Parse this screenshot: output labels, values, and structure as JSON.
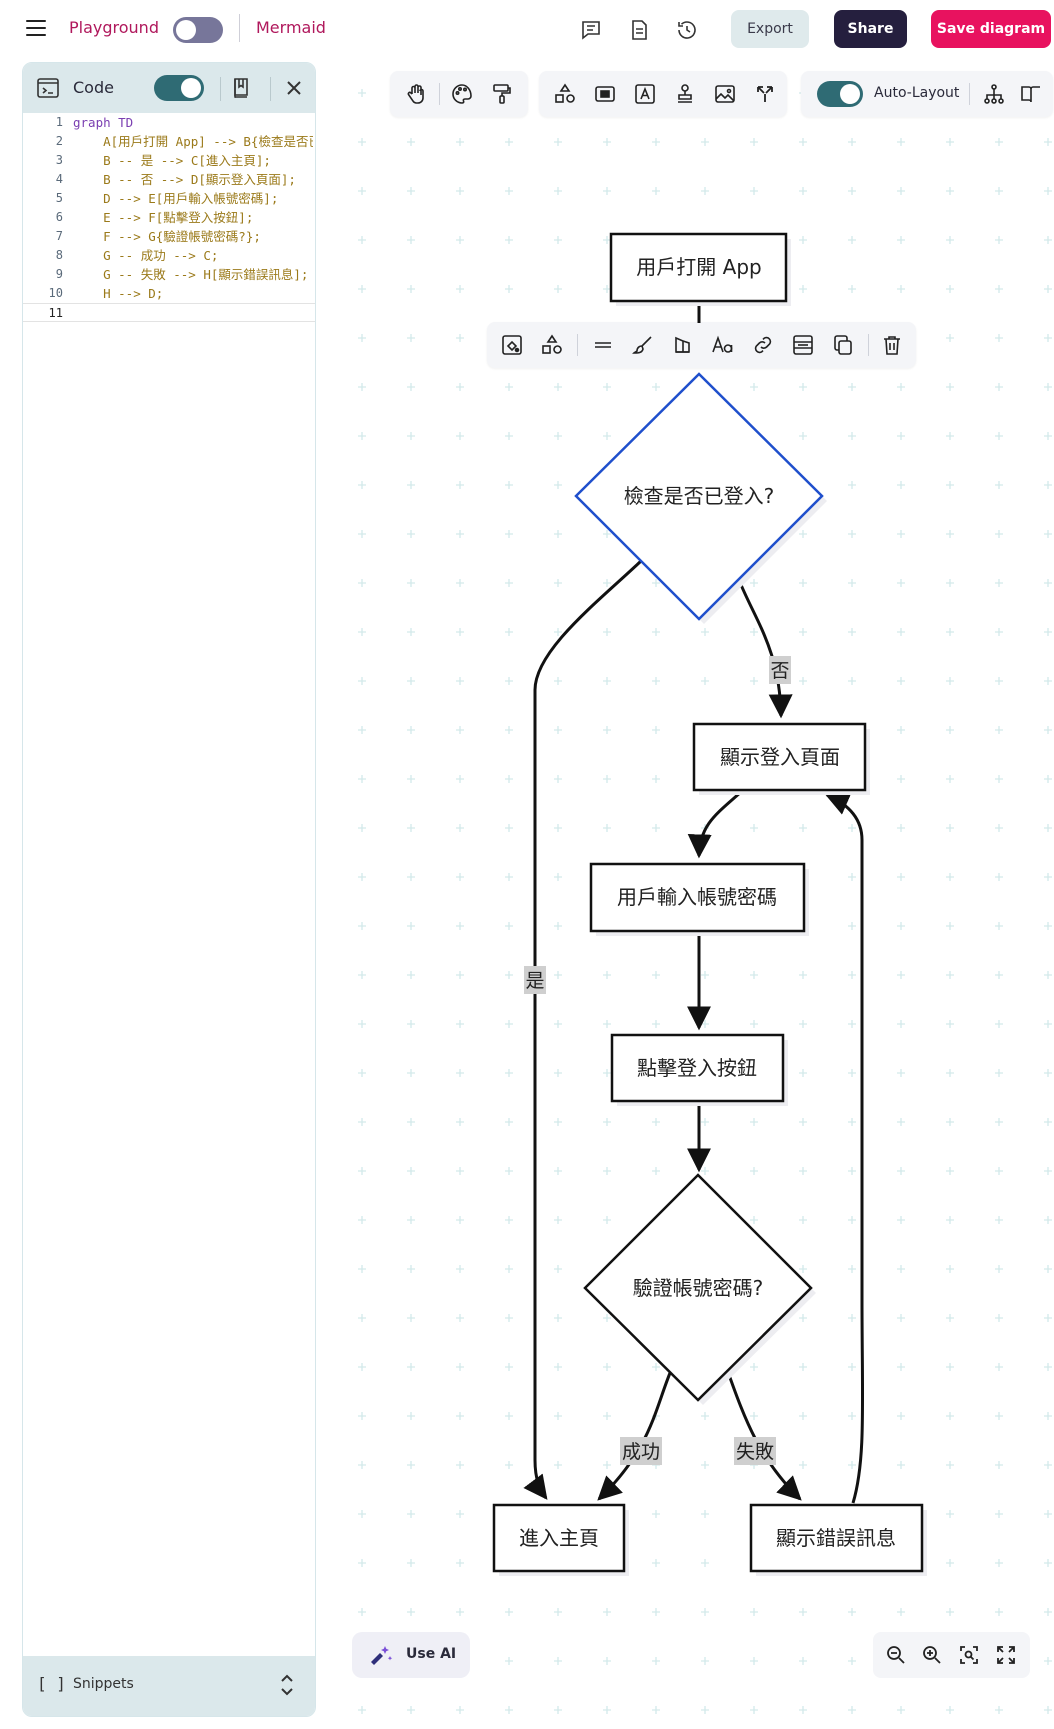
{
  "header": {
    "brand": "Playground",
    "product": "Mermaid",
    "export_label": "Export",
    "share_label": "Share",
    "save_label": "Save diagram"
  },
  "code_panel": {
    "title": "Code",
    "lines": [
      {
        "n": "1",
        "text": "graph TD"
      },
      {
        "n": "2",
        "text": "    A[用戶打開 App] --> B{檢查是否已登入?};"
      },
      {
        "n": "3",
        "text": "    B -- 是 --> C[進入主頁];"
      },
      {
        "n": "4",
        "text": "    B -- 否 --> D[顯示登入頁面];"
      },
      {
        "n": "5",
        "text": "    D --> E[用戶輸入帳號密碼];"
      },
      {
        "n": "6",
        "text": "    E --> F[點擊登入按鈕];"
      },
      {
        "n": "7",
        "text": "    F --> G{驗證帳號密碼?};"
      },
      {
        "n": "8",
        "text": "    G -- 成功 --> C;"
      },
      {
        "n": "9",
        "text": "    G -- 失敗 --> H[顯示錯誤訊息];"
      },
      {
        "n": "10",
        "text": "    H --> D;"
      },
      {
        "n": "11",
        "text": ""
      }
    ],
    "snippets_label": "Snippets",
    "snippets_bracket": "[ ]"
  },
  "canvas": {
    "autolayout_label": "Auto-Layout",
    "use_ai_label": "Use AI"
  },
  "diagram": {
    "nodes": {
      "A": "用戶打開 App",
      "B": "檢查是否已登入?",
      "C": "進入主頁",
      "D": "顯示登入頁面",
      "E": "用戶輸入帳號密碼",
      "F": "點擊登入按鈕",
      "G": "驗證帳號密碼?",
      "H": "顯示錯誤訊息"
    },
    "edge_labels": {
      "yes": "是",
      "no": "否",
      "success": "成功",
      "fail": "失敗"
    }
  },
  "colors": {
    "brand": "#b0185c",
    "save_button": "#e8125f",
    "share_button": "#251f3e",
    "toggle_on": "#2f6b74",
    "selection": "#1f4fcc"
  },
  "icons": {
    "header": [
      "comment-icon",
      "document-icon",
      "history-icon"
    ],
    "canvas_toolbar": [
      "hand-icon",
      "palette-icon",
      "paint-roller-icon",
      "shapes-icon",
      "rectangle-icon",
      "text-box-icon",
      "stamp-icon",
      "image-icon",
      "arrow-icon"
    ],
    "node_toolbar": [
      "fill-icon",
      "shapes-icon",
      "line-style-icon",
      "brush-icon",
      "color-icon",
      "font-icon",
      "link-icon",
      "frame-icon",
      "copy-icon",
      "trash-icon"
    ],
    "zoom": [
      "zoom-out-icon",
      "zoom-in-icon",
      "fit-view-icon",
      "fullscreen-icon"
    ]
  }
}
